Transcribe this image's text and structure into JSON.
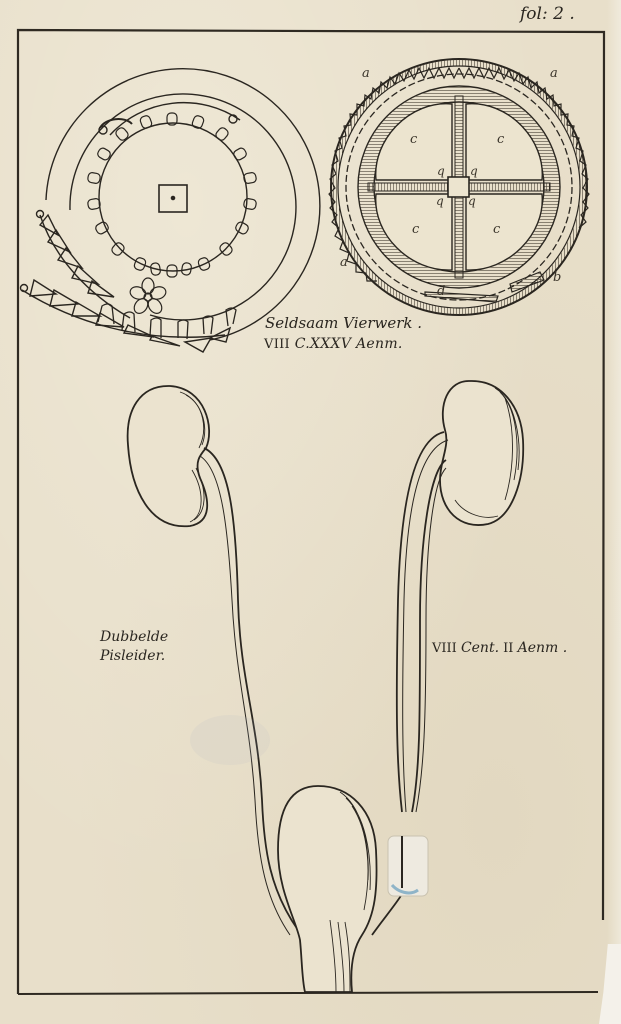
{
  "page": {
    "folio": "fol: 2 .",
    "paper_color": "#e8dfca",
    "ink_color": "#2a2620"
  },
  "figures": {
    "gearwork": {
      "caption_line1": "Seldsaam Vierwerk .",
      "caption_line2_roman": "VIII",
      "caption_line2_rest": "C.XXXV",
      "caption_line2_italic": "Aenm.",
      "labels": {
        "a_top_left": "a",
        "a_top_right": "a",
        "a_left": "a",
        "b": "b",
        "d": "d",
        "c_tl": "c",
        "c_tr": "c",
        "c_bl": "c",
        "c_br": "c",
        "q_tl": "q",
        "q_tr": "q",
        "q_bl": "q",
        "q_br": "q"
      }
    },
    "kidneys": {
      "left_caption_line1": "Dubbelde",
      "left_caption_line2": "Pisleider.",
      "right_caption_roman": "VIII",
      "right_caption_italic_1": "Cent.",
      "right_caption_roman_2": "II",
      "right_caption_italic_2": "Aenm ."
    }
  }
}
